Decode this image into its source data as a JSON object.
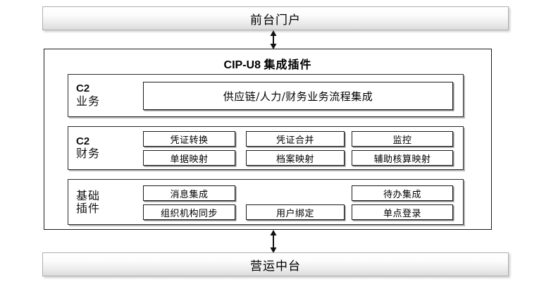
{
  "diagram": {
    "title": "CIP-U8 集成插件",
    "title_prefix": "CIP-U8",
    "title_cjk": "集成插件"
  },
  "top_bar": {
    "label": "前台门户"
  },
  "bottom_bar": {
    "label": "营运中台"
  },
  "connectors": {
    "top": "double-arrow-vertical",
    "bottom": "double-arrow-vertical"
  },
  "sections": [
    {
      "name": "business",
      "label_top": "C2",
      "label_bottom": "业务",
      "items": [
        "供应链/人力/财务业务流程集成"
      ]
    },
    {
      "name": "finance",
      "label_top": "C2",
      "label_bottom": "财务",
      "row1": [
        "凭证转换",
        "凭证合并",
        "监控"
      ],
      "row2": [
        "单据映射",
        "档案映射",
        "辅助核算映射"
      ]
    },
    {
      "name": "base-plugins",
      "label_top": "基础",
      "label_bottom": "插件",
      "row1": [
        "消息集成",
        "",
        "待办集成"
      ],
      "row2": [
        "组织机构同步",
        "用户绑定",
        "单点登录"
      ]
    }
  ],
  "colors": {
    "line": "#1a1a1a",
    "bar_border": "#b0b0b0",
    "background": "#ffffff"
  }
}
